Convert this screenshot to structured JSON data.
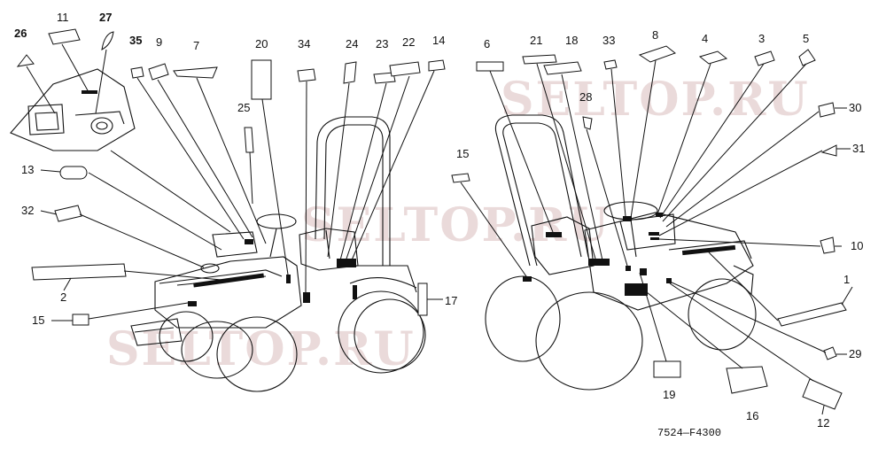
{
  "callouts": [
    "1",
    "2",
    "3",
    "4",
    "5",
    "6",
    "7",
    "8",
    "9",
    "10",
    "11",
    "12",
    "13",
    "14",
    "15",
    "15",
    "16",
    "17",
    "18",
    "19",
    "20",
    "21",
    "22",
    "23",
    "24",
    "25",
    "26",
    "27",
    "28",
    "29",
    "30",
    "31",
    "32",
    "33",
    "34",
    "35"
  ],
  "figure_code": "7524—F4300",
  "watermarks": [
    "SELTOP.RU",
    "SELTOP.RU",
    "SELTOP.RU"
  ],
  "colors": {
    "line": "#111111",
    "watermark": "#d9bcbc",
    "background": "#ffffff"
  }
}
